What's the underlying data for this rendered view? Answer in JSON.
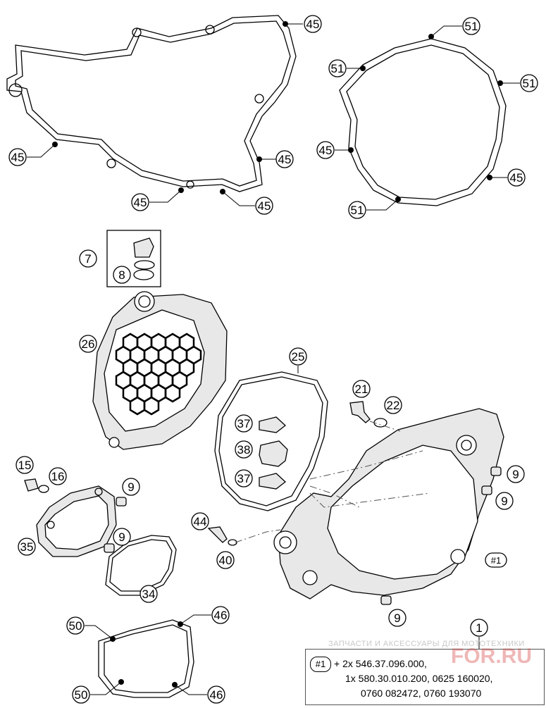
{
  "callouts": {
    "c45_a": "45",
    "c45_b": "45",
    "c45_c": "45",
    "c45_d": "45",
    "c45_e": "45",
    "c45_f": "45",
    "c45_g": "45",
    "c51_a": "51",
    "c51_b": "51",
    "c51_c": "51",
    "c51_d": "51",
    "c7": "7",
    "c8": "8",
    "c26": "26",
    "c25": "25",
    "c21": "21",
    "c22": "22",
    "c37_a": "37",
    "c38": "38",
    "c37_b": "37",
    "c15": "15",
    "c16": "16",
    "c9_a": "9",
    "c9_b": "9",
    "c9_c": "9",
    "c9_d": "9",
    "c9_e": "9",
    "c35": "35",
    "c34": "34",
    "c44": "44",
    "c40": "40",
    "c_ref1": "#1",
    "c50_a": "50",
    "c50_b": "50",
    "c46_a": "46",
    "c46_b": "46",
    "c1": "1"
  },
  "note": {
    "ref": "#1",
    "line1": "+ 2x 546.37.096.000,",
    "line2": "1x 580.30.010.200, 0625 160020,",
    "line3": "0760 082472, 0760 193070"
  },
  "watermark": {
    "top": "ЗАПЧАСТИ И АКСЕССУАРЫ ДЛЯ МОТОТЕХНИКИ",
    "big": "FOR.RU"
  }
}
